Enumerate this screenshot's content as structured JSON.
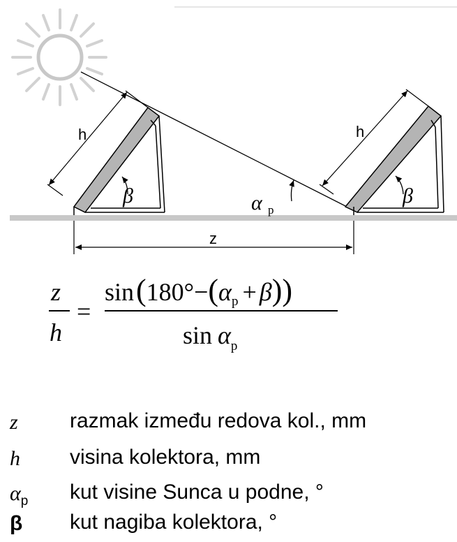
{
  "diagram": {
    "labels": {
      "h_left": "h",
      "h_right": "h",
      "beta_left": "β",
      "beta_right": "β",
      "alpha": "α",
      "alpha_sub": "p",
      "z": "z"
    },
    "colors": {
      "panel_fill": "#b4b4b4",
      "ground": "#c8c8c8",
      "sun": "#c8c8c8",
      "line": "#000000"
    }
  },
  "formula": {
    "lhs_num": "z",
    "lhs_den": "h",
    "equals": "=",
    "rhs_num": "sin(180°−(αp + β))",
    "rhs_num_parts": {
      "sin": "sin",
      "open_paren": "(",
      "deg_expr": "180°−",
      "inner_open": "(",
      "alpha": "α",
      "alpha_sub": "p",
      "plus": "+",
      "beta": "β",
      "inner_close": ")",
      "close_paren": ")"
    },
    "rhs_den_sin": "sin",
    "rhs_den_alpha": "α",
    "rhs_den_sub": "p"
  },
  "legend": [
    {
      "symbol": "z",
      "sub": "",
      "text": "razmak između redova kol., mm"
    },
    {
      "symbol": "h",
      "sub": "",
      "text": "visina kolektora, mm"
    },
    {
      "symbol": "α",
      "sub": "p",
      "text": "kut visine Sunca u podne, °"
    },
    {
      "symbol": "β",
      "sub": "",
      "text": "kut nagiba kolektora, °"
    }
  ]
}
